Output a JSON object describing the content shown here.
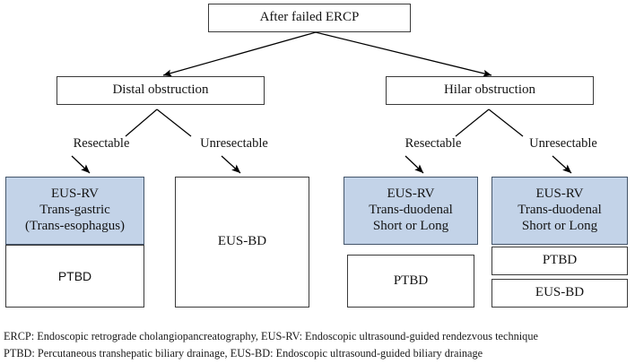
{
  "diagram": {
    "title_node": {
      "label": "After failed ERCP"
    },
    "level2": [
      {
        "label": "Distal obstruction"
      },
      {
        "label": "Hilar obstruction"
      }
    ],
    "branch_labels": [
      {
        "label": "Resectable"
      },
      {
        "label": "Unresectable"
      },
      {
        "label": "Resectable"
      },
      {
        "label": "Unresectable"
      }
    ],
    "columns": [
      {
        "name": "distal-resectable",
        "boxes": [
          {
            "style": "blue",
            "lines": [
              "EUS-RV",
              "Trans-gastric",
              "(Trans-esophagus)"
            ]
          },
          {
            "style": "plain-sans",
            "lines": [
              "PTBD"
            ]
          }
        ]
      },
      {
        "name": "distal-unresectable",
        "boxes": [
          {
            "style": "plain",
            "lines": [
              "EUS-BD"
            ]
          }
        ]
      },
      {
        "name": "hilar-resectable",
        "boxes": [
          {
            "style": "blue",
            "lines": [
              "EUS-RV",
              "Trans-duodenal",
              "Short or Long"
            ]
          },
          {
            "style": "plain",
            "lines": [
              "PTBD"
            ]
          }
        ]
      },
      {
        "name": "hilar-unresectable",
        "boxes": [
          {
            "style": "blue",
            "lines": [
              "EUS-RV",
              "Trans-duodenal",
              "Short or Long"
            ]
          },
          {
            "style": "plain",
            "lines": [
              "PTBD"
            ]
          },
          {
            "style": "plain",
            "lines": [
              "EUS-BD"
            ]
          }
        ]
      }
    ],
    "colors": {
      "highlight_fill": "#c3d3e8",
      "highlight_border": "#44556a",
      "box_border": "#3a3a3a",
      "line": "#000000",
      "text": "#141414"
    }
  },
  "footnotes": {
    "line1": "ERCP: Endoscopic retrograde cholangiopancreatography,  EUS-RV: Endoscopic ultrasound-guided rendezvous technique",
    "line2": "PTBD: Percutaneous transhepatic biliary drainage, EUS-BD: Endoscopic ultrasound-guided biliary drainage"
  }
}
